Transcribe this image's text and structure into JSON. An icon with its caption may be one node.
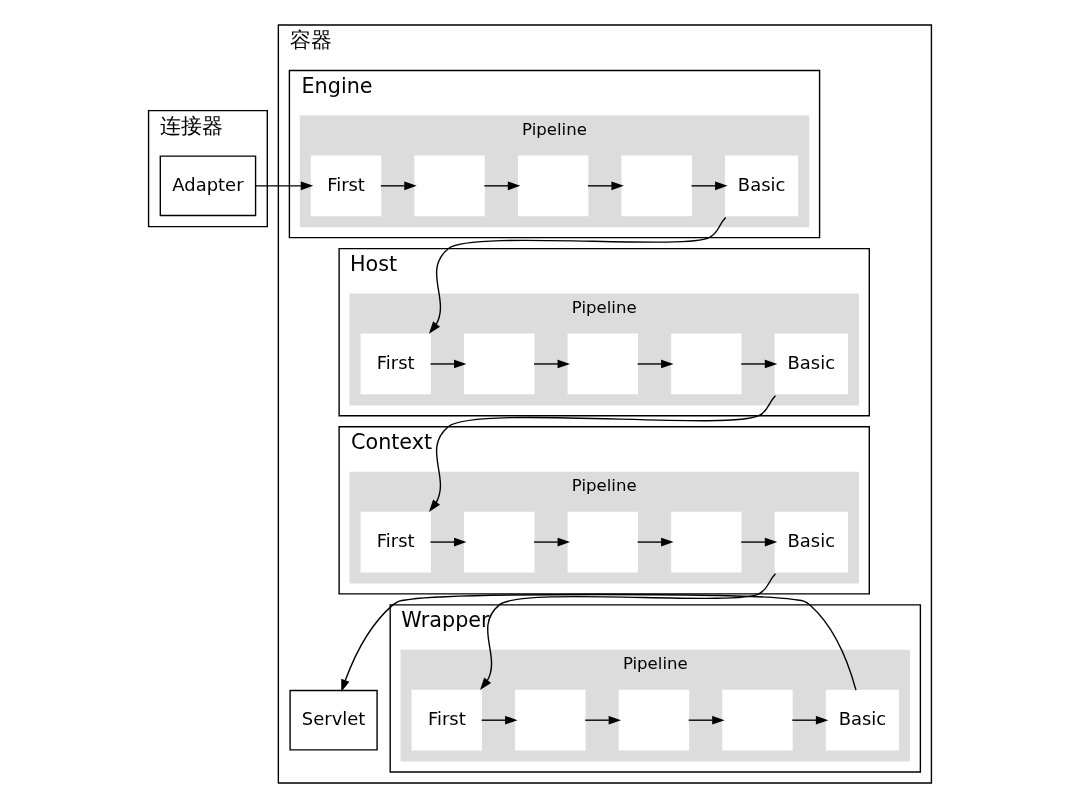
{
  "diagram": {
    "nodes": [
      {
        "text": [
          "连接器"
        ]
      },
      {
        "text": [
          "Adapter"
        ],
        "in": 0
      },
      {
        "text": [
          "容器"
        ]
      },
      {
        "text": [
          "Engine"
        ],
        "in": 2
      },
      {
        "text": [
          "Pipeline"
        ],
        "in": 3
      },
      {
        "text": [
          "First"
        ],
        "in": 4
      },
      {
        "text": [],
        "shape": "box",
        "in": 4
      },
      {
        "text": [],
        "shape": "box",
        "in": 4
      },
      {
        "text": [],
        "shape": "box",
        "in": 4
      },
      {
        "text": [
          "Basic"
        ],
        "in": 4
      },
      {
        "text": [
          "Host"
        ],
        "in": 2
      },
      {
        "text": [
          "Pipeline"
        ],
        "in": 10
      },
      {
        "text": [
          "First"
        ],
        "in": 11
      },
      {
        "text": [],
        "shape": "box",
        "in": 11
      },
      {
        "text": [],
        "shape": "box",
        "in": 11
      },
      {
        "text": [],
        "shape": "box",
        "in": 11
      },
      {
        "text": [
          "Basic"
        ],
        "in": 11
      },
      {
        "text": [
          "Context"
        ],
        "in": 2
      },
      {
        "text": [
          "Pipeline"
        ],
        "in": 17
      },
      {
        "text": [
          "First"
        ],
        "in": 18
      },
      {
        "text": [],
        "shape": "box",
        "in": 18
      },
      {
        "text": [],
        "shape": "box",
        "in": 18
      },
      {
        "text": [],
        "shape": "box",
        "in": 18
      },
      {
        "text": [
          "Basic"
        ],
        "in": 18
      },
      {
        "text": [
          "Wrapper"
        ],
        "in": 2
      },
      {
        "text": [
          "Pipeline"
        ],
        "in": 24
      },
      {
        "text": [
          "First"
        ],
        "in": 25
      },
      {
        "text": [],
        "shape": "box",
        "in": 25
      },
      {
        "text": [],
        "shape": "box",
        "in": 25
      },
      {
        "text": [],
        "shape": "box",
        "in": 25
      },
      {
        "text": [
          "Basic"
        ],
        "in": 25
      },
      {
        "text": [
          "Servlet"
        ],
        "in": 2
      }
    ],
    "edges": [
      {
        "from": 1,
        "to": 5,
        "arrow": "to"
      },
      {
        "from": 5,
        "to": 6,
        "arrow": "to"
      },
      {
        "from": 6,
        "to": 7,
        "arrow": "to"
      },
      {
        "from": 7,
        "to": 8,
        "arrow": "to"
      },
      {
        "from": 8,
        "to": 9,
        "arrow": "to"
      },
      {
        "from": 9,
        "to": 12,
        "arrow": "to"
      },
      {
        "from": 12,
        "to": 13,
        "arrow": "to"
      },
      {
        "from": 13,
        "to": 14,
        "arrow": "to"
      },
      {
        "from": 14,
        "to": 15,
        "arrow": "to"
      },
      {
        "from": 15,
        "to": 16,
        "arrow": "to"
      },
      {
        "from": 16,
        "to": 19,
        "arrow": "to"
      },
      {
        "from": 19,
        "to": 20,
        "arrow": "to"
      },
      {
        "from": 20,
        "to": 21,
        "arrow": "to"
      },
      {
        "from": 21,
        "to": 22,
        "arrow": "to"
      },
      {
        "from": 22,
        "to": 23,
        "arrow": "to"
      },
      {
        "from": 23,
        "to": 26,
        "arrow": "to"
      },
      {
        "from": 26,
        "to": 27,
        "arrow": "to"
      },
      {
        "from": 27,
        "to": 28,
        "arrow": "to"
      },
      {
        "from": 28,
        "to": 29,
        "arrow": "to"
      },
      {
        "from": 29,
        "to": 30,
        "arrow": "to"
      },
      {
        "from": 30,
        "to": 31,
        "arrow": "to"
      }
    ]
  }
}
